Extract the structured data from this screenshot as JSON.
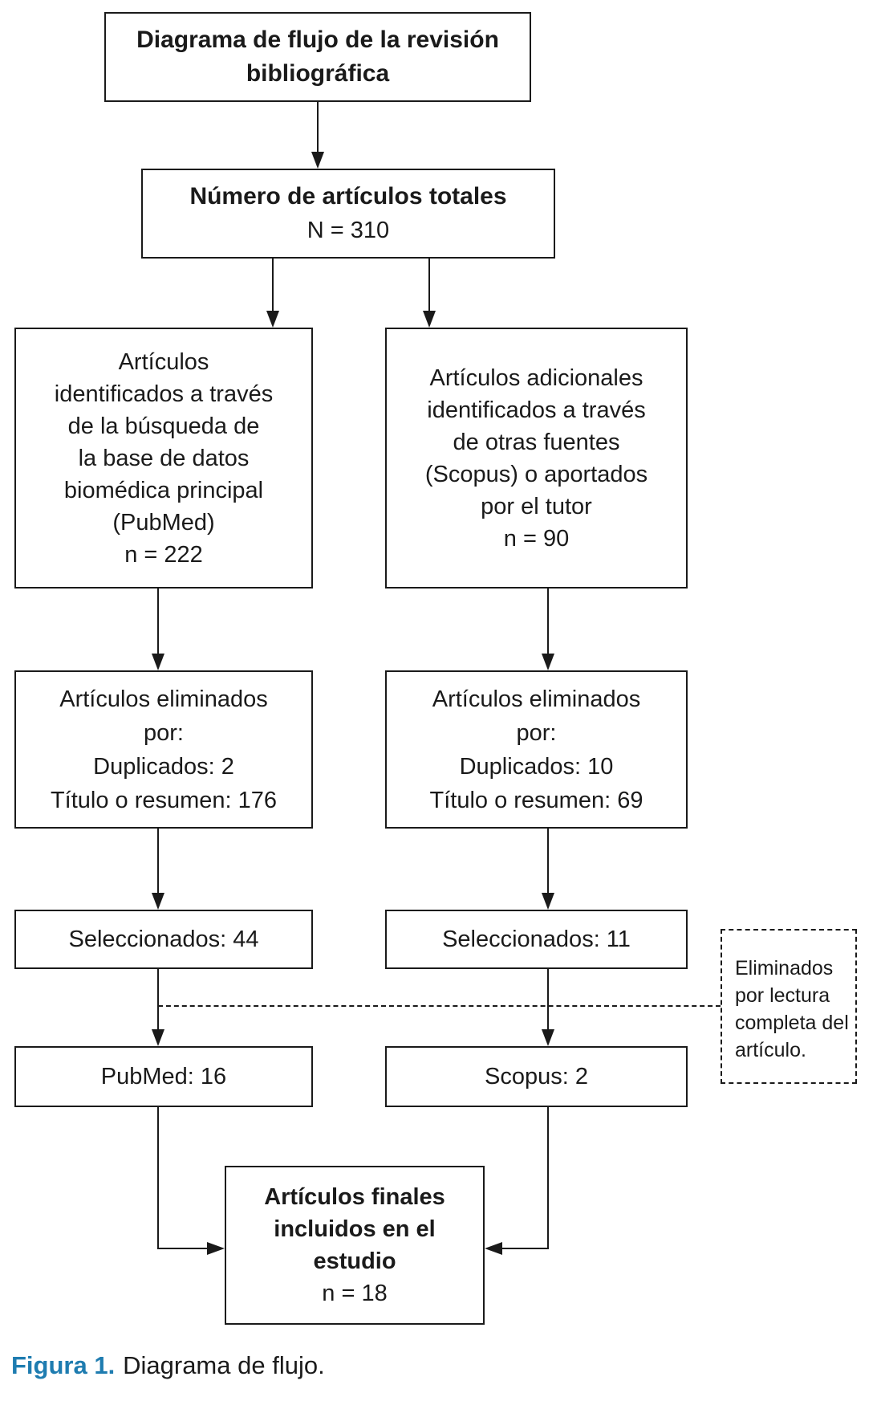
{
  "figure": {
    "boxes": {
      "title": {
        "lines": [
          "Diagrama de flujo de la revisión",
          "bibliográfica"
        ]
      },
      "total": {
        "heading": "Número de artículos totales",
        "count": "N = 310"
      },
      "pubmed_search": {
        "lines": [
          "Artículos",
          "identificados a través",
          "de la búsqueda de",
          "la base de datos",
          "biomédica principal",
          "(PubMed)",
          "n = 222"
        ]
      },
      "other_sources": {
        "lines": [
          "Artículos adicionales",
          "identificados a través",
          "de otras fuentes",
          "(Scopus) o aportados",
          "por el tutor",
          "n = 90"
        ]
      },
      "removed_left": {
        "lines": [
          "Artículos eliminados",
          "por:",
          "Duplicados: 2",
          "Título o resumen: 176"
        ]
      },
      "removed_right": {
        "lines": [
          "Artículos eliminados",
          "por:",
          "Duplicados: 10",
          "Título o resumen: 69"
        ]
      },
      "selected_left": {
        "label": "Seleccionados: 44"
      },
      "selected_right": {
        "label": "Seleccionados: 11"
      },
      "pubmed_final": {
        "label": "PubMed: 16"
      },
      "scopus_final": {
        "label": "Scopus: 2"
      },
      "fulltext_note": {
        "lines": [
          "Eliminados",
          "por lectura",
          "completa del",
          "artículo."
        ]
      },
      "final": {
        "bold_lines": [
          "Artículos finales",
          "incluidos en el",
          "estudio"
        ],
        "count": "n = 18"
      }
    },
    "caption": {
      "label": "Figura 1.",
      "text": "Diagrama de flujo."
    },
    "colors": {
      "caption_accent": "#1e7cb0",
      "line": "#1a1a1a",
      "text": "#1a1a1a",
      "background": "#ffffff"
    }
  }
}
